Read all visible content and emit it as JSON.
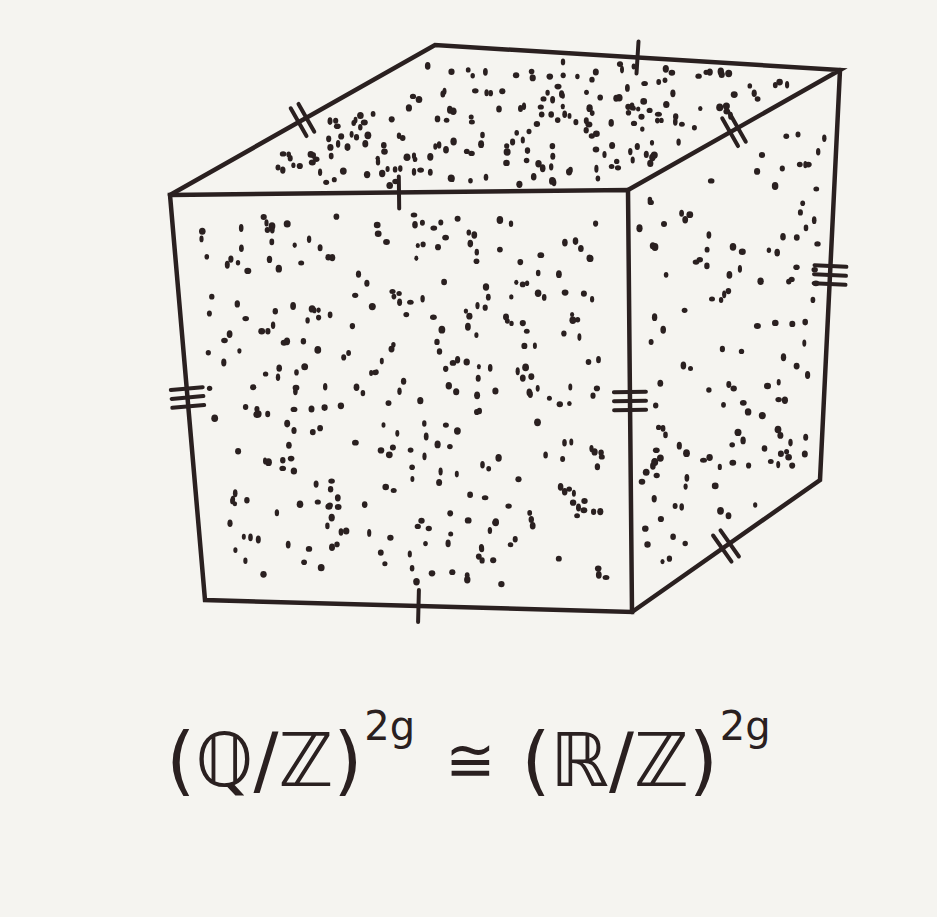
{
  "diagram": {
    "labels": [
      "(ℚ/ℤ)",
      "2g",
      "≅",
      "(ℝ/ℤ)",
      "2g"
    ]
  }
}
